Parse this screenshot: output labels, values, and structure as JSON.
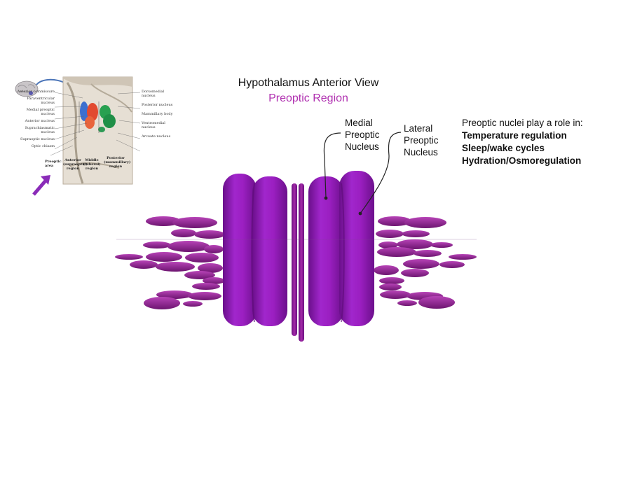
{
  "title": "Hypothalamus Anterior View",
  "subtitle": "Preoptic Region",
  "labels": {
    "medial": "Medial Preoptic Nucleus",
    "lateral": "Lateral Preoptic Nucleus"
  },
  "roles": {
    "intro": "Preoptic nuclei play a role in:",
    "items": [
      "Temperature regulation",
      "Sleep/wake cycles",
      "Hydration/Osmoregulation"
    ]
  },
  "thumbnail": {
    "left_labels": [
      "Anterior commissure",
      "Paraventricular nucleus",
      "Medial preoptic nucleus",
      "Anterior nucleus",
      "Suprachiasmatic nucleus",
      "Supraoptic nucleus",
      "Optic chiasm"
    ],
    "right_labels": [
      "Dorsomedial nucleus",
      "Posterior nucleus",
      "Mammillary body",
      "Ventromedial nucleus",
      "Arcuate nucleus"
    ],
    "preoptic_area": "Preoptic area",
    "regions": [
      "Anterior (supraoptic) region",
      "Middle (tuberal) region",
      "Posterior (mammillary) region"
    ]
  },
  "colors": {
    "nucleus": "#9b1fc1",
    "subtitle": "#b030b0",
    "arrow": "#8a2bb8"
  }
}
